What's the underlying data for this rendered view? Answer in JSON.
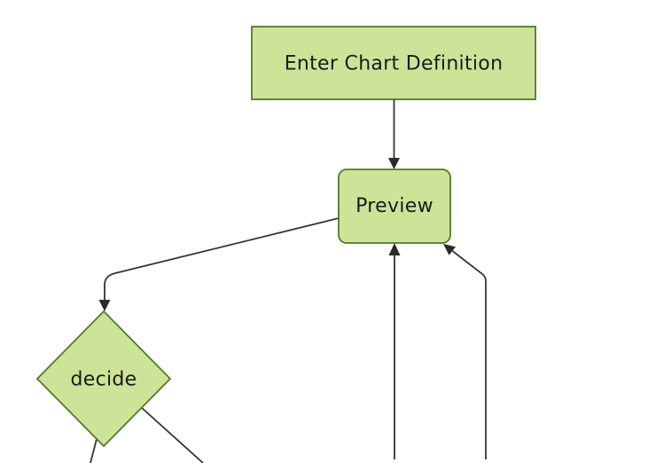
{
  "diagram": {
    "type": "flowchart",
    "nodes": [
      {
        "id": "enter-chart-definition",
        "label": "Enter Chart Definition",
        "shape": "rectangle"
      },
      {
        "id": "preview",
        "label": "Preview",
        "shape": "rounded-rectangle"
      },
      {
        "id": "decide",
        "label": "decide",
        "shape": "diamond"
      }
    ],
    "edges": [
      {
        "from": "enter-chart-definition",
        "to": "preview",
        "arrow": true
      },
      {
        "from": "preview",
        "to": "decide",
        "arrow": true
      },
      {
        "from": "below-viewport-center",
        "to": "preview",
        "arrow": true
      },
      {
        "from": "below-viewport-right",
        "to": "preview",
        "arrow": true
      },
      {
        "from": "decide",
        "to": "below-viewport-left",
        "arrow": false
      },
      {
        "from": "decide",
        "to": "below-viewport-right",
        "arrow": false
      }
    ]
  },
  "theme": {
    "background": "#ffffff",
    "node_fill": "#cde498",
    "node_border": "#4e7b2c",
    "edge_color": "#333333",
    "arrowhead_color": "#2a2a2a",
    "text_color": "#1a1a1a"
  }
}
